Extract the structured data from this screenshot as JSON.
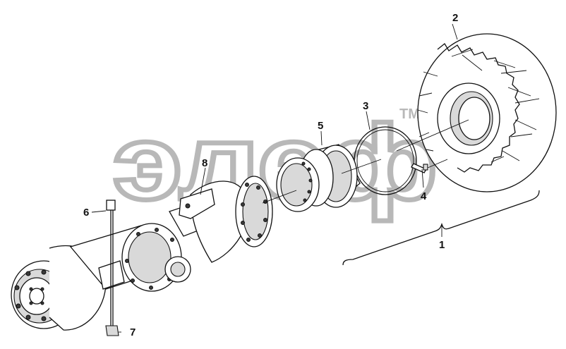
{
  "watermark": {
    "text": "элеф",
    "trademark": "TM",
    "color": "#b8b8b8"
  },
  "callouts": [
    {
      "id": "1",
      "label": "1"
    },
    {
      "id": "2",
      "label": "2"
    },
    {
      "id": "3",
      "label": "3"
    },
    {
      "id": "4",
      "label": "4"
    },
    {
      "id": "5",
      "label": "5"
    },
    {
      "id": "6",
      "label": "6"
    },
    {
      "id": "7",
      "label": "7"
    },
    {
      "id": "8",
      "label": "8"
    }
  ],
  "colors": {
    "line": "#111111",
    "shade": "#d9d9d9",
    "background": "#ffffff"
  }
}
